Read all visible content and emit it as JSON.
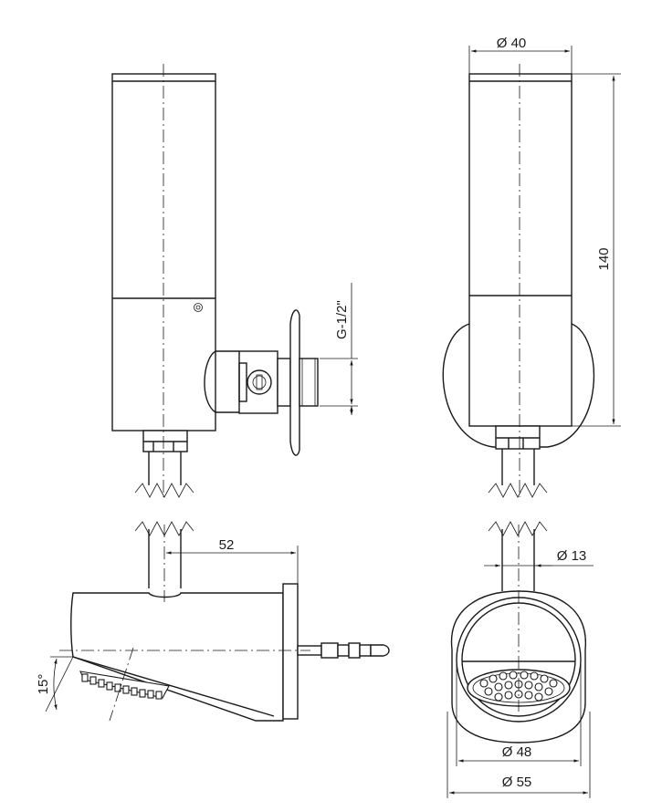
{
  "dimensions": {
    "dia_top": "Ø 40",
    "height": "140",
    "thread": "G-1/2\"",
    "projection": "52",
    "dia_pipe": "Ø 13",
    "dia_inner": "Ø 48",
    "dia_outer": "Ø 55",
    "angle": "15°"
  }
}
